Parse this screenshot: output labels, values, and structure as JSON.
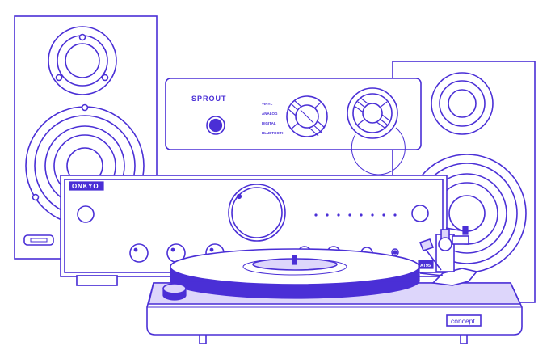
{
  "brands": {
    "amp_small": "SPROUT",
    "receiver": "ONKYO",
    "turntable": "concept",
    "cartridge": "AT95"
  },
  "selector_labels": [
    "VINYL",
    "ANALOG",
    "DIGITAL",
    "BLUETOOTH"
  ],
  "colors": {
    "stroke": "#4a2fd6",
    "fill": "#ffffff",
    "accent_fill": "#ddd6fb"
  }
}
